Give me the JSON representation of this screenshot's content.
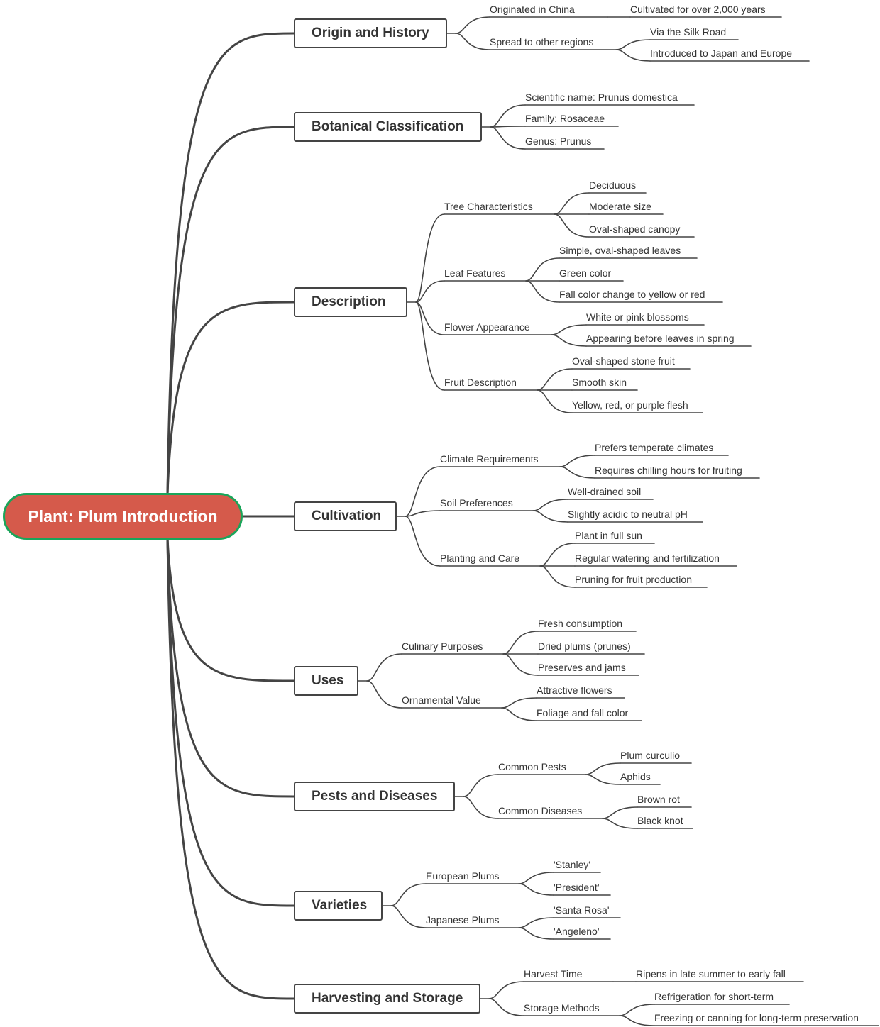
{
  "root": {
    "label": "Plant: Plum Introduction"
  },
  "branches": [
    {
      "id": "origin",
      "label": "Origin and History",
      "children": [
        {
          "label": "Originated in China",
          "children": [
            {
              "label": "Cultivated for over 2,000 years"
            }
          ]
        },
        {
          "label": "Spread to other regions",
          "children": [
            {
              "label": "Via the Silk Road"
            },
            {
              "label": "Introduced to Japan and Europe"
            }
          ]
        }
      ]
    },
    {
      "id": "botanical",
      "label": "Botanical Classification",
      "children": [
        {
          "label": "Scientific name: Prunus domestica"
        },
        {
          "label": "Family: Rosaceae"
        },
        {
          "label": "Genus: Prunus"
        }
      ]
    },
    {
      "id": "description",
      "label": "Description",
      "children": [
        {
          "label": "Tree Characteristics",
          "children": [
            {
              "label": "Deciduous"
            },
            {
              "label": "Moderate size"
            },
            {
              "label": "Oval-shaped canopy"
            }
          ]
        },
        {
          "label": "Leaf Features",
          "children": [
            {
              "label": "Simple, oval-shaped leaves"
            },
            {
              "label": "Green color"
            },
            {
              "label": "Fall color change to yellow or red"
            }
          ]
        },
        {
          "label": "Flower Appearance",
          "children": [
            {
              "label": "White or pink blossoms"
            },
            {
              "label": "Appearing before leaves in spring"
            }
          ]
        },
        {
          "label": "Fruit Description",
          "children": [
            {
              "label": "Oval-shaped stone fruit"
            },
            {
              "label": "Smooth skin"
            },
            {
              "label": "Yellow, red, or purple flesh"
            }
          ]
        }
      ]
    },
    {
      "id": "cultivation",
      "label": "Cultivation",
      "children": [
        {
          "label": "Climate Requirements",
          "children": [
            {
              "label": "Prefers temperate climates"
            },
            {
              "label": "Requires chilling hours for fruiting"
            }
          ]
        },
        {
          "label": "Soil Preferences",
          "children": [
            {
              "label": "Well-drained soil"
            },
            {
              "label": "Slightly acidic to neutral pH"
            }
          ]
        },
        {
          "label": "Planting and Care",
          "children": [
            {
              "label": "Plant in full sun"
            },
            {
              "label": "Regular watering and fertilization"
            },
            {
              "label": "Pruning for fruit production"
            }
          ]
        }
      ]
    },
    {
      "id": "uses",
      "label": "Uses",
      "children": [
        {
          "label": "Culinary Purposes",
          "children": [
            {
              "label": "Fresh consumption"
            },
            {
              "label": "Dried plums (prunes)"
            },
            {
              "label": "Preserves and jams"
            }
          ]
        },
        {
          "label": "Ornamental Value",
          "children": [
            {
              "label": "Attractive flowers"
            },
            {
              "label": "Foliage and fall color"
            }
          ]
        }
      ]
    },
    {
      "id": "pests",
      "label": "Pests and Diseases",
      "children": [
        {
          "label": "Common Pests",
          "children": [
            {
              "label": "Plum curculio"
            },
            {
              "label": "Aphids"
            }
          ]
        },
        {
          "label": "Common Diseases",
          "children": [
            {
              "label": "Brown rot"
            },
            {
              "label": "Black knot"
            }
          ]
        }
      ]
    },
    {
      "id": "varieties",
      "label": "Varieties",
      "children": [
        {
          "label": "European Plums",
          "children": [
            {
              "label": "'Stanley'"
            },
            {
              "label": "'President'"
            }
          ]
        },
        {
          "label": "Japanese Plums",
          "children": [
            {
              "label": "'Santa Rosa'"
            },
            {
              "label": "'Angeleno'"
            }
          ]
        }
      ]
    },
    {
      "id": "harvest",
      "label": "Harvesting and Storage",
      "children": [
        {
          "label": "Harvest Time",
          "children": [
            {
              "label": "Ripens in late summer to early fall"
            }
          ]
        },
        {
          "label": "Storage Methods",
          "children": [
            {
              "label": "Refrigeration for short-term"
            },
            {
              "label": "Freezing or canning for long-term preservation"
            }
          ]
        }
      ]
    }
  ]
}
